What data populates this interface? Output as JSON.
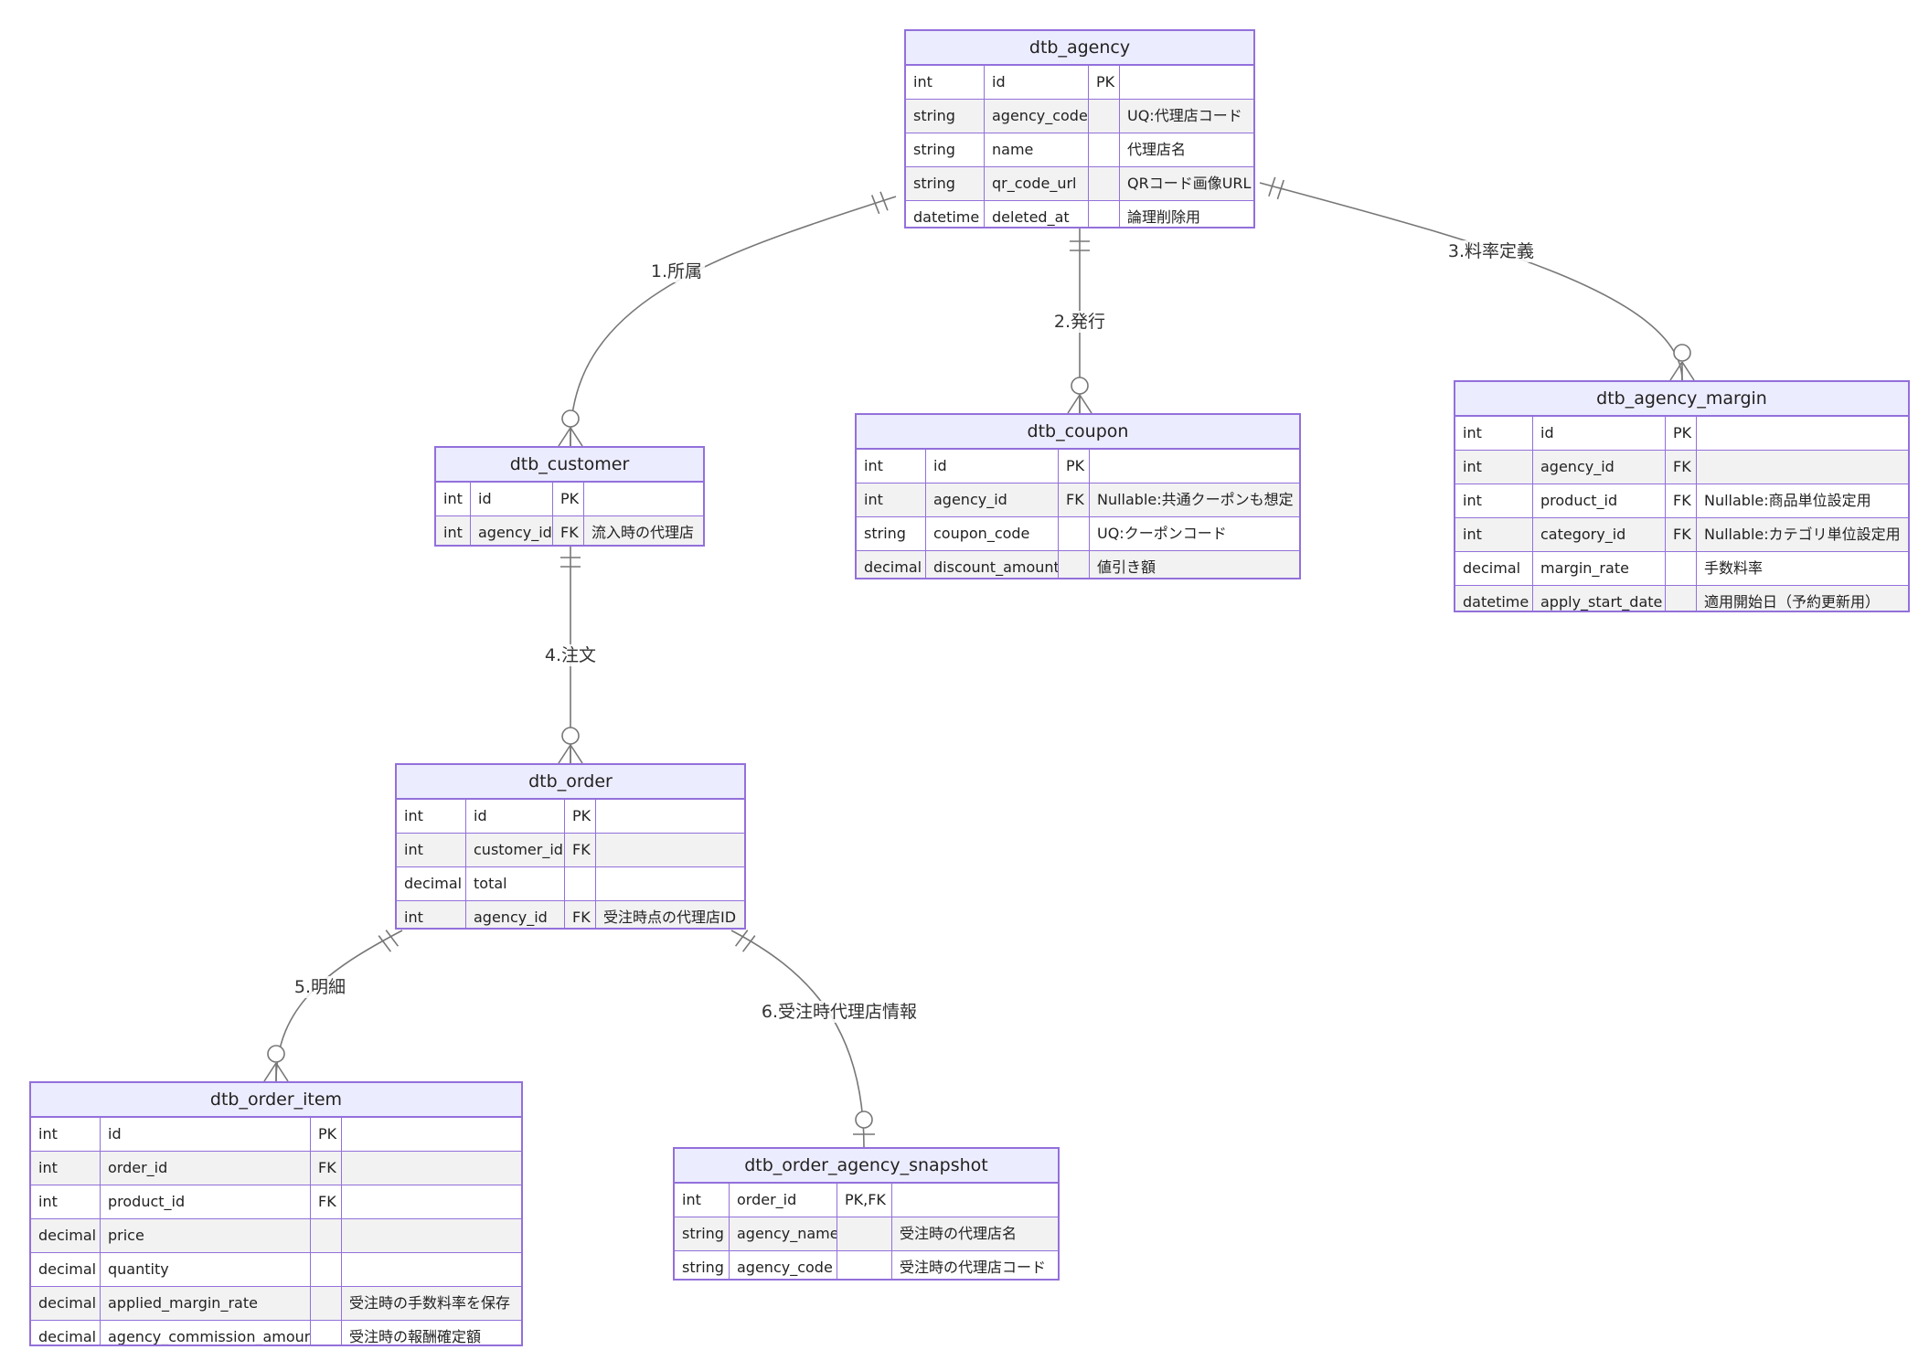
{
  "colors": {
    "entity_border": "#9370DB",
    "entity_header": "#ECECFF",
    "row_alt": "#F2F2F2",
    "line": "#777777"
  },
  "entities": [
    {
      "name": "dtb_agency",
      "attributes": [
        {
          "type": "int",
          "name": "id",
          "key": "PK",
          "comment": ""
        },
        {
          "type": "string",
          "name": "agency_code",
          "key": "",
          "comment": "UQ:代理店コード"
        },
        {
          "type": "string",
          "name": "name",
          "key": "",
          "comment": "代理店名"
        },
        {
          "type": "string",
          "name": "qr_code_url",
          "key": "",
          "comment": "QRコード画像URL"
        },
        {
          "type": "datetime",
          "name": "deleted_at",
          "key": "",
          "comment": "論理削除用"
        }
      ]
    },
    {
      "name": "dtb_customer",
      "attributes": [
        {
          "type": "int",
          "name": "id",
          "key": "PK",
          "comment": ""
        },
        {
          "type": "int",
          "name": "agency_id",
          "key": "FK",
          "comment": "流入時の代理店"
        }
      ]
    },
    {
      "name": "dtb_coupon",
      "attributes": [
        {
          "type": "int",
          "name": "id",
          "key": "PK",
          "comment": ""
        },
        {
          "type": "int",
          "name": "agency_id",
          "key": "FK",
          "comment": "Nullable:共通クーポンも想定"
        },
        {
          "type": "string",
          "name": "coupon_code",
          "key": "",
          "comment": "UQ:クーポンコード"
        },
        {
          "type": "decimal",
          "name": "discount_amount",
          "key": "",
          "comment": "値引き額"
        }
      ]
    },
    {
      "name": "dtb_agency_margin",
      "attributes": [
        {
          "type": "int",
          "name": "id",
          "key": "PK",
          "comment": ""
        },
        {
          "type": "int",
          "name": "agency_id",
          "key": "FK",
          "comment": ""
        },
        {
          "type": "int",
          "name": "product_id",
          "key": "FK",
          "comment": "Nullable:商品単位設定用"
        },
        {
          "type": "int",
          "name": "category_id",
          "key": "FK",
          "comment": "Nullable:カテゴリ単位設定用"
        },
        {
          "type": "decimal",
          "name": "margin_rate",
          "key": "",
          "comment": "手数料率"
        },
        {
          "type": "datetime",
          "name": "apply_start_date",
          "key": "",
          "comment": "適用開始日（予約更新用）"
        }
      ]
    },
    {
      "name": "dtb_order",
      "attributes": [
        {
          "type": "int",
          "name": "id",
          "key": "PK",
          "comment": ""
        },
        {
          "type": "int",
          "name": "customer_id",
          "key": "FK",
          "comment": ""
        },
        {
          "type": "decimal",
          "name": "total",
          "key": "",
          "comment": ""
        },
        {
          "type": "int",
          "name": "agency_id",
          "key": "FK",
          "comment": "受注時点の代理店ID"
        }
      ]
    },
    {
      "name": "dtb_order_item",
      "attributes": [
        {
          "type": "int",
          "name": "id",
          "key": "PK",
          "comment": ""
        },
        {
          "type": "int",
          "name": "order_id",
          "key": "FK",
          "comment": ""
        },
        {
          "type": "int",
          "name": "product_id",
          "key": "FK",
          "comment": ""
        },
        {
          "type": "decimal",
          "name": "price",
          "key": "",
          "comment": ""
        },
        {
          "type": "decimal",
          "name": "quantity",
          "key": "",
          "comment": ""
        },
        {
          "type": "decimal",
          "name": "applied_margin_rate",
          "key": "",
          "comment": "受注時の手数料率を保存"
        },
        {
          "type": "decimal",
          "name": "agency_commission_amount",
          "key": "",
          "comment": "受注時の報酬確定額"
        }
      ]
    },
    {
      "name": "dtb_order_agency_snapshot",
      "attributes": [
        {
          "type": "int",
          "name": "order_id",
          "key": "PK,FK",
          "comment": ""
        },
        {
          "type": "string",
          "name": "agency_name",
          "key": "",
          "comment": "受注時の代理店名"
        },
        {
          "type": "string",
          "name": "agency_code",
          "key": "",
          "comment": "受注時の代理店コード"
        }
      ]
    }
  ],
  "relationships": [
    {
      "label": "1.所属",
      "from": "dtb_agency",
      "to": "dtb_customer",
      "from_card": "exactly-one",
      "to_card": "zero-or-many"
    },
    {
      "label": "2.発行",
      "from": "dtb_agency",
      "to": "dtb_coupon",
      "from_card": "exactly-one",
      "to_card": "zero-or-many"
    },
    {
      "label": "3.料率定義",
      "from": "dtb_agency",
      "to": "dtb_agency_margin",
      "from_card": "exactly-one",
      "to_card": "zero-or-many"
    },
    {
      "label": "4.注文",
      "from": "dtb_customer",
      "to": "dtb_order",
      "from_card": "exactly-one",
      "to_card": "zero-or-many"
    },
    {
      "label": "5.明細",
      "from": "dtb_order",
      "to": "dtb_order_item",
      "from_card": "exactly-one",
      "to_card": "zero-or-many"
    },
    {
      "label": "6.受注時代理店情報",
      "from": "dtb_order",
      "to": "dtb_order_agency_snapshot",
      "from_card": "exactly-one",
      "to_card": "zero-or-one"
    }
  ]
}
